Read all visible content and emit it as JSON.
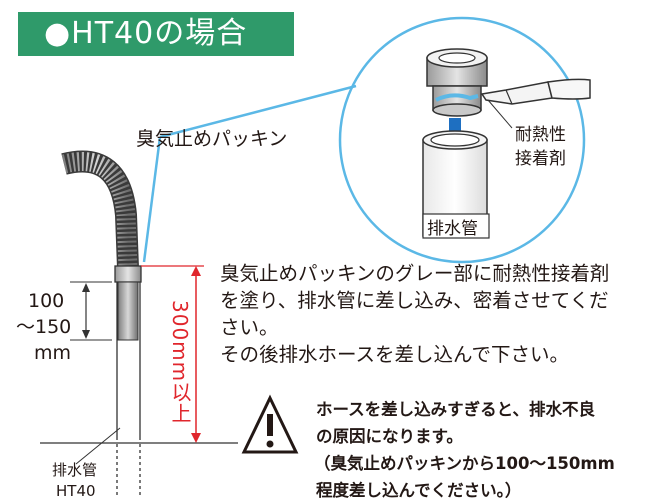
{
  "title": "●HT40の場合",
  "labels": {
    "packing": "臭気止めパッキン",
    "adhesive_line1": "耐熱性",
    "adhesive_line2": "接着剤",
    "drain_pipe_zoom": "排水管",
    "dim_line1": "100",
    "dim_line2": "～150",
    "dim_line3": "mm",
    "height_label": "300mm以上",
    "pipe_line1": "排水管",
    "pipe_line2": "HT40"
  },
  "instructions": [
    "臭気止めパッキンのグレー部に耐熱性接着剤",
    "を塗り、排水管に差し込み、密着させてくだ",
    "さい。",
    "その後排水ホースを差し込んで下さい。"
  ],
  "warning": [
    "ホースを差し込みすぎると、排水不良",
    "の原因になります。",
    "（臭気止めパッキンから100～150mm",
    "程度差し込んでください。）"
  ],
  "colors": {
    "title_bg": "#2f9a6a",
    "accent_blue": "#5bb8e6",
    "red": "#e0262c",
    "arrow_blue": "#1e6fc1"
  },
  "icons": [
    "warning-triangle-icon",
    "down-arrow-icon"
  ]
}
